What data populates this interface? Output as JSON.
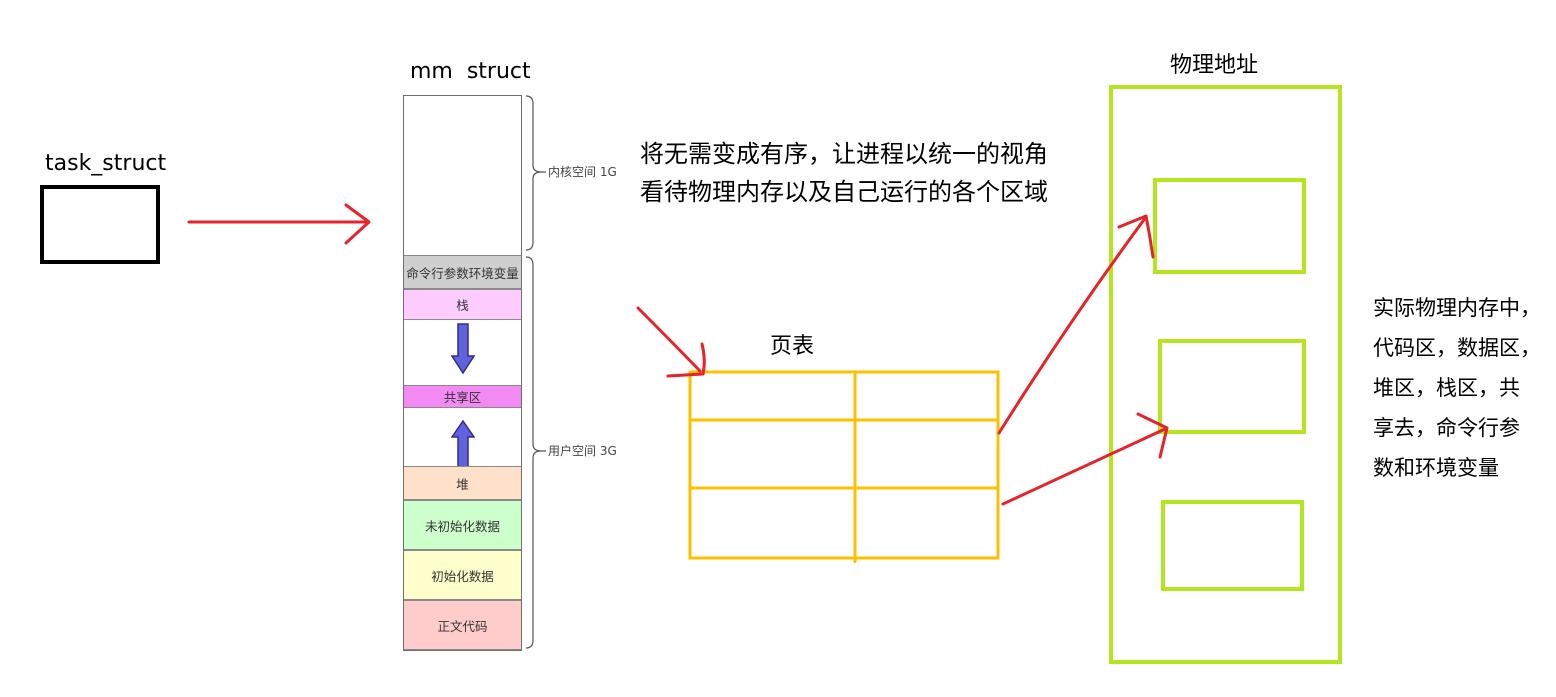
{
  "labels": {
    "task_struct": "task_struct",
    "mm_struct": "mm  struct",
    "page_table": "页表",
    "physical_address": "物理地址"
  },
  "memory_layout": {
    "kernel_space_label": "内核空间 1G",
    "user_space_label": "用户空间 3G",
    "segments": [
      {
        "label": "命令行参数环境变量",
        "color": "#cfcfcf"
      },
      {
        "label": "栈",
        "color": "#ffccff"
      },
      {
        "label": "共享区",
        "color": "#f38af3"
      },
      {
        "label": "堆",
        "color": "#ffe0c8"
      },
      {
        "label": "未初始化数据",
        "color": "#ccffcc"
      },
      {
        "label": "初始化数据",
        "color": "#ffffcc"
      },
      {
        "label": "正文代码",
        "color": "#ffcccc"
      }
    ],
    "stack_growth_icon": "arrow-down-icon",
    "heap_growth_icon": "arrow-up-icon"
  },
  "notes": {
    "virtual_memory": [
      "将无需变成有序，让进程以统一的视角",
      "看待物理内存以及自己运行的各个区域"
    ],
    "physical_memory": [
      "实际物理内存中，",
      "代码区，数据区，",
      "堆区，栈区，共",
      "享去，命令行参",
      "数和环境变量"
    ]
  },
  "colors": {
    "arrow": "#e6232b",
    "task_struct_border": "#000000",
    "page_table": "#ffc000",
    "physical_memory": "#b5e61d",
    "growth_arrow_fill": "#6262dc",
    "growth_arrow_stroke": "#2f2f8a",
    "brace": "#555555"
  }
}
